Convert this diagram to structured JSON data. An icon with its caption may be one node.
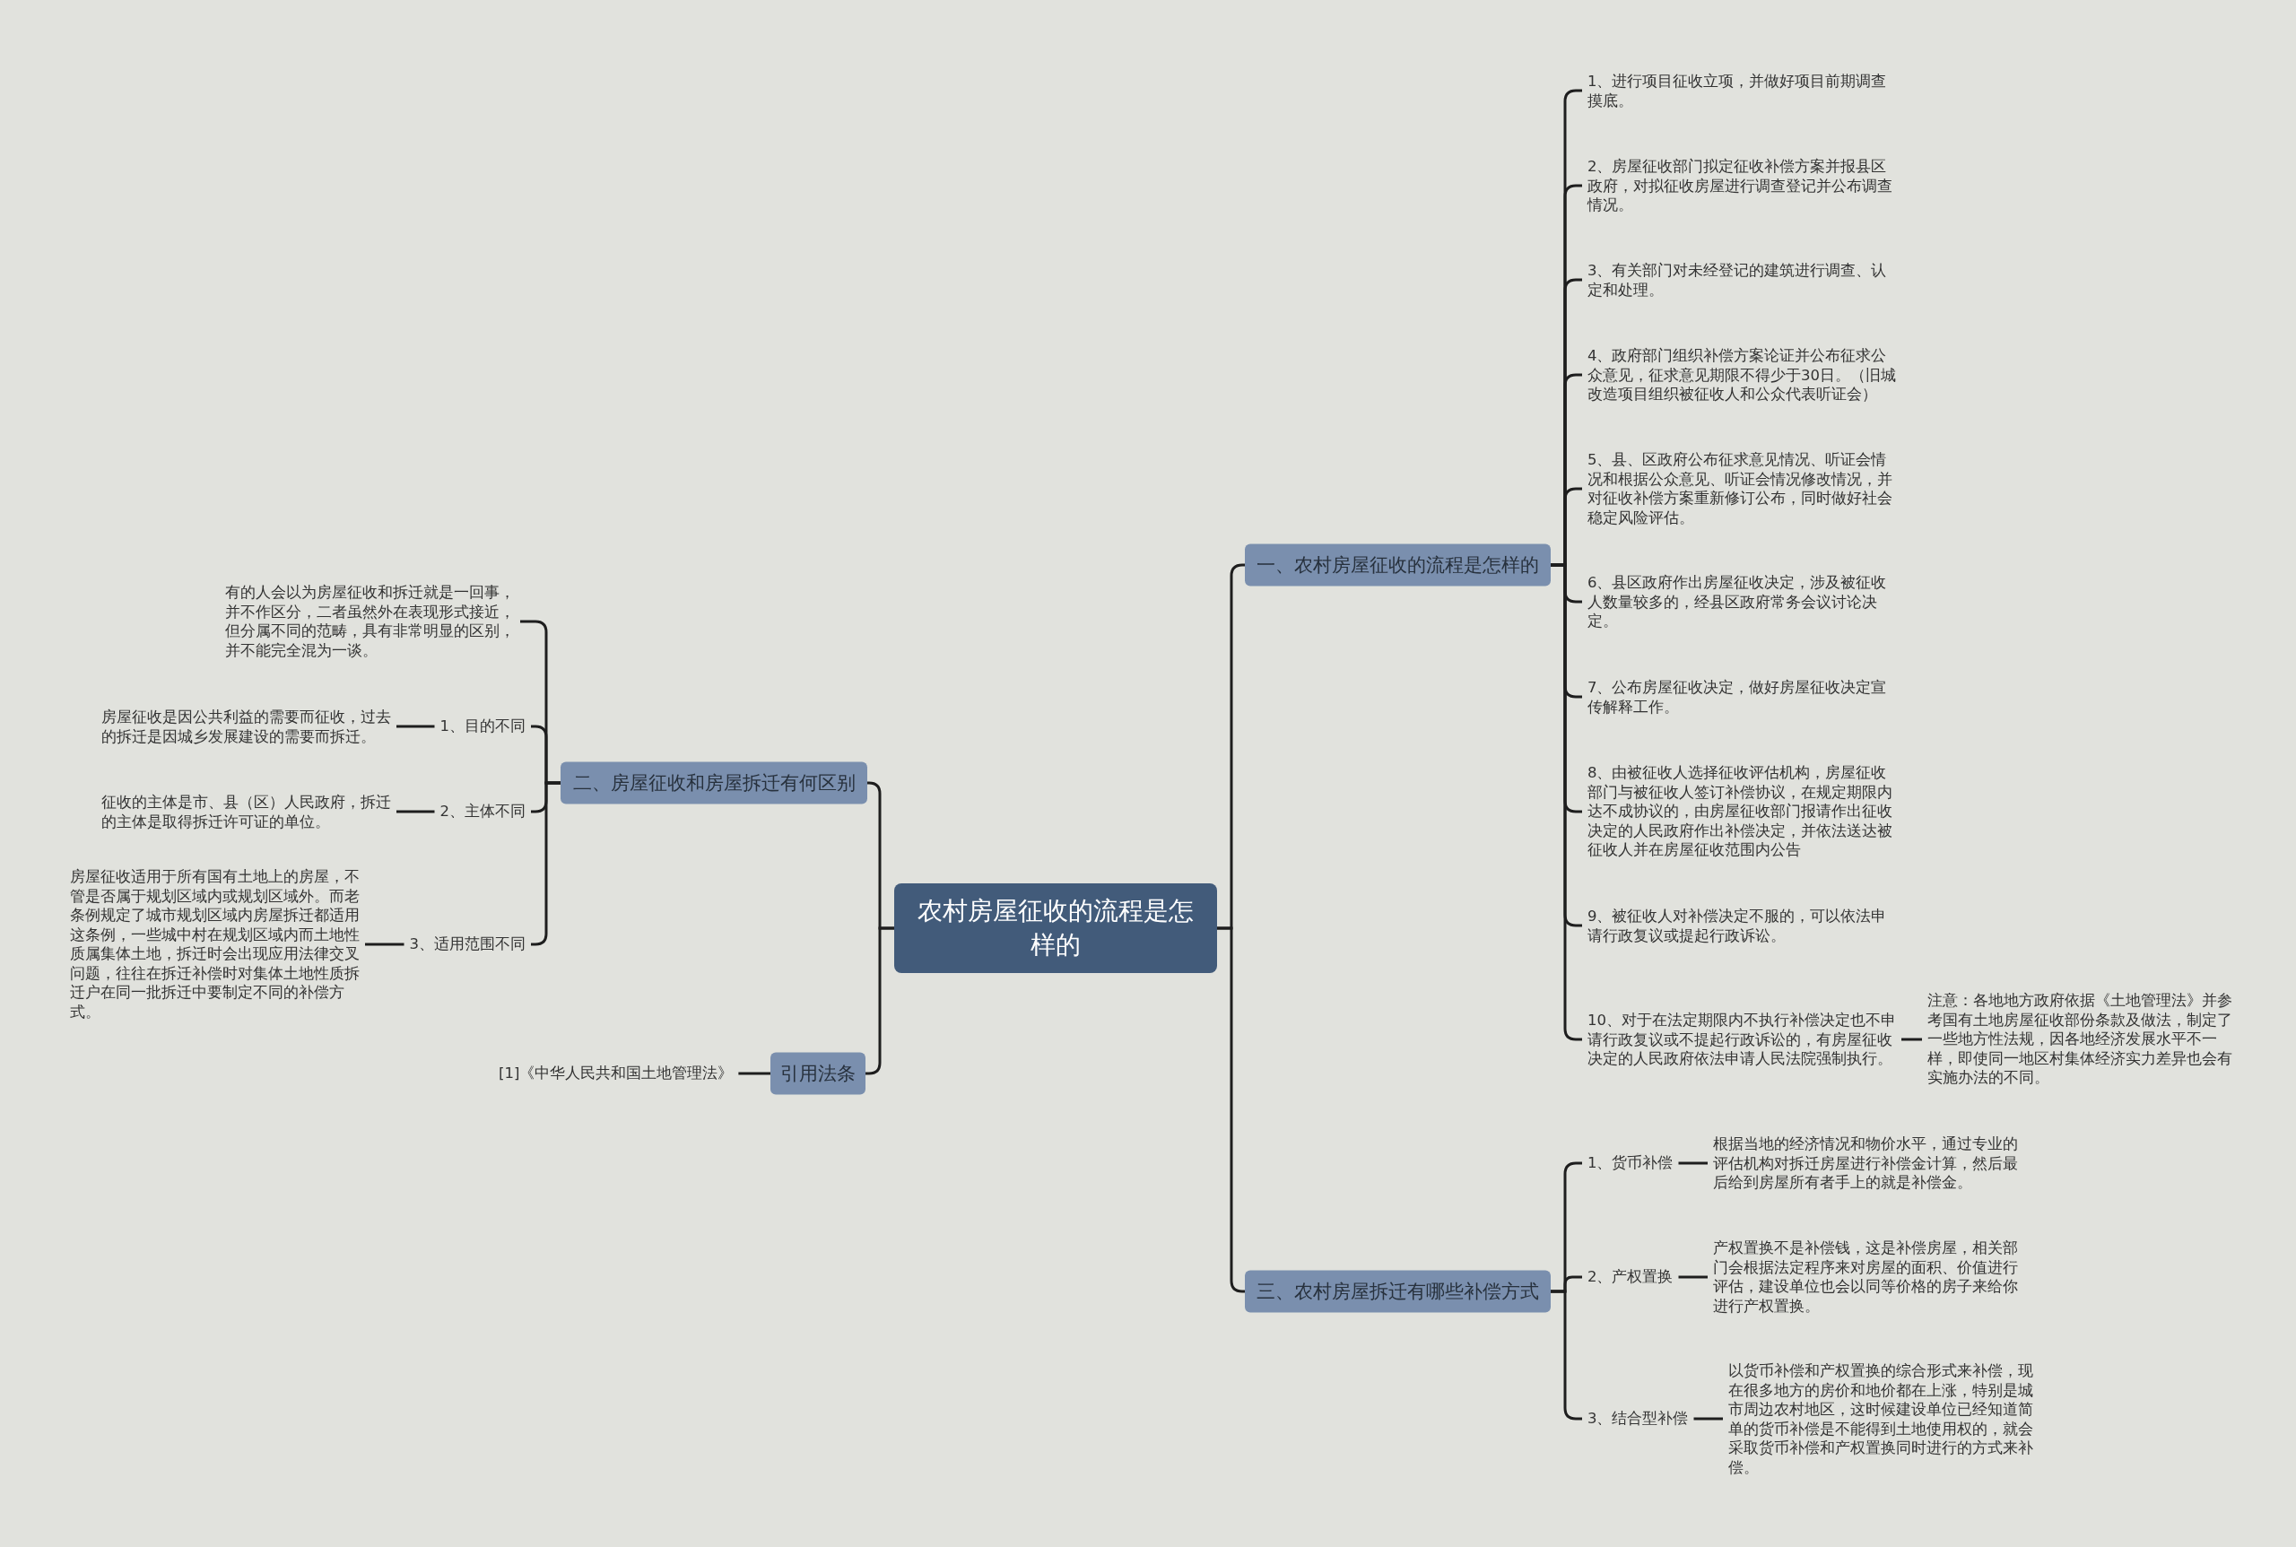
{
  "diagram": {
    "nodes": [
      {
        "text": [
          "农村房屋征收的流程是怎样的"
        ]
      },
      {
        "text": [
          "一、农村房屋征收的流程是怎样的"
        ]
      },
      {
        "text": [
          "1、进行项目征收立项，并做好项目前期调查摸底。"
        ]
      },
      {
        "text": [
          "2、房屋征收部门拟定征收补偿方案并报县区政府，对拟征收房屋进行调查登记并公布调查情况。"
        ]
      },
      {
        "text": [
          "3、有关部门对未经登记的建筑进行调查、认定和处理。"
        ]
      },
      {
        "text": [
          "4、政府部门组织补偿方案论证并公布征求公众意见，征求意见期限不得少于30日。（旧城改造项目组织被征收人和公众代表听证会）"
        ]
      },
      {
        "text": [
          "5、县、区政府公布征求意见情况、听证会情况和根据公众意见、听证会情况修改情况，并对征收补偿方案重新修订公布，同时做好社会稳定风险评估。"
        ]
      },
      {
        "text": [
          "6、县区政府作出房屋征收决定，涉及被征收人数量较多的，经县区政府常务会议讨论决定。"
        ]
      },
      {
        "text": [
          "7、公布房屋征收决定，做好房屋征收决定宣传解释工作。"
        ]
      },
      {
        "text": [
          "8、由被征收人选择征收评估机构，房屋征收部门与被征收人签订补偿协议，在规定期限内达不成协议的，由房屋征收部门报请作出征收决定的人民政府作出补偿决定，并依法送达被征收人并在房屋征收范围内公告"
        ]
      },
      {
        "text": [
          "9、被征收人对补偿决定不服的，可以依法申请行政复议或提起行政诉讼。"
        ]
      },
      {
        "text": [
          "10、对于在法定期限内不执行补偿决定也不申请行政复议或不提起行政诉讼的，有房屋征收决定的人民政府依法申请人民法院强制执行。"
        ]
      },
      {
        "text": [
          "注意：各地地方政府依据《土地管理法》并参考国有土地房屋征收部份条款及做法，制定了一些地方性法规，因各地经济发展水平不一样，即使同一地区村集体经济实力差异也会有实施办法的不同。"
        ]
      },
      {
        "text": [
          "三、农村房屋拆迁有哪些补偿方式"
        ]
      },
      {
        "text": [
          "1、货币补偿"
        ]
      },
      {
        "text": [
          "根据当地的经济情况和物价水平，通过专业的评估机构对拆迁房屋进行补偿金计算，然后最后给到房屋所有者手上的就是补偿金。"
        ]
      },
      {
        "text": [
          "2、产权置换"
        ]
      },
      {
        "text": [
          "产权置换不是补偿钱，这是补偿房屋，相关部门会根据法定程序来对房屋的面积、价值进行评估，建设单位也会以同等价格的房子来给你进行产权置换。"
        ]
      },
      {
        "text": [
          "3、结合型补偿"
        ]
      },
      {
        "text": [
          "以货币补偿和产权置换的综合形式来补偿，现在很多地方的房价和地价都在上涨，特别是城市周边农村地区，这时候建设单位已经知道简单的货币补偿是不能得到土地使用权的，就会采取货币补偿和产权置换同时进行的方式来补偿。"
        ]
      },
      {
        "text": [
          "二、房屋征收和房屋拆迁有何区别"
        ]
      },
      {
        "text": [
          "有的人会以为房屋征收和拆迁就是一回事，并不作区分，二者虽然外在表现形式接近，但分属不同的范畴，具有非常明显的区别，并不能完全混为一谈。"
        ]
      },
      {
        "text": [
          "1、目的不同"
        ]
      },
      {
        "text": [
          "房屋征收是因公共利益的需要而征收，过去的拆迁是因城乡发展建设的需要而拆迁。"
        ]
      },
      {
        "text": [
          "2、主体不同"
        ]
      },
      {
        "text": [
          "征收的主体是市、县（区）人民政府，拆迁的主体是取得拆迁许可证的单位。"
        ]
      },
      {
        "text": [
          "3、适用范围不同"
        ]
      },
      {
        "text": [
          "房屋征收适用于所有国有土地上的房屋，不管是否属于规划区域内或规划区域外。而老条例规定了城市规划区域内房屋拆迁都适用这条例，一些城中村在规划区域内而土地性质属集体土地，拆迁时会出现应用法律交叉问题，往往在拆迁补偿时对集体土地性质拆迁户在同一批拆迁中要制定不同的补偿方式。"
        ]
      },
      {
        "text": [
          "引用法条"
        ]
      },
      {
        "text": [
          "[1]《中华人民共和国土地管理法》"
        ]
      }
    ],
    "edges": [
      {
        "from": 0,
        "to": 1,
        "arrow": "none"
      },
      {
        "from": 1,
        "to": 2,
        "arrow": "none"
      },
      {
        "from": 1,
        "to": 3,
        "arrow": "none"
      },
      {
        "from": 1,
        "to": 4,
        "arrow": "none"
      },
      {
        "from": 1,
        "to": 5,
        "arrow": "none"
      },
      {
        "from": 1,
        "to": 6,
        "arrow": "none"
      },
      {
        "from": 1,
        "to": 7,
        "arrow": "none"
      },
      {
        "from": 1,
        "to": 8,
        "arrow": "none"
      },
      {
        "from": 1,
        "to": 9,
        "arrow": "none"
      },
      {
        "from": 1,
        "to": 10,
        "arrow": "none"
      },
      {
        "from": 1,
        "to": 11,
        "arrow": "none"
      },
      {
        "from": 11,
        "to": 12,
        "arrow": "none"
      },
      {
        "from": 0,
        "to": 13,
        "arrow": "none"
      },
      {
        "from": 13,
        "to": 14,
        "arrow": "none"
      },
      {
        "from": 14,
        "to": 15,
        "arrow": "none"
      },
      {
        "from": 13,
        "to": 16,
        "arrow": "none"
      },
      {
        "from": 16,
        "to": 17,
        "arrow": "none"
      },
      {
        "from": 13,
        "to": 18,
        "arrow": "none"
      },
      {
        "from": 18,
        "to": 19,
        "arrow": "none"
      },
      {
        "from": 0,
        "to": 20,
        "arrow": "none"
      },
      {
        "from": 20,
        "to": 21,
        "arrow": "none"
      },
      {
        "from": 20,
        "to": 22,
        "arrow": "none"
      },
      {
        "from": 22,
        "to": 23,
        "arrow": "none"
      },
      {
        "from": 20,
        "to": 24,
        "arrow": "none"
      },
      {
        "from": 24,
        "to": 25,
        "arrow": "none"
      },
      {
        "from": 20,
        "to": 26,
        "arrow": "none"
      },
      {
        "from": 26,
        "to": 27,
        "arrow": "none"
      },
      {
        "from": 0,
        "to": 28,
        "arrow": "none"
      },
      {
        "from": 28,
        "to": 29,
        "arrow": "none"
      }
    ]
  }
}
